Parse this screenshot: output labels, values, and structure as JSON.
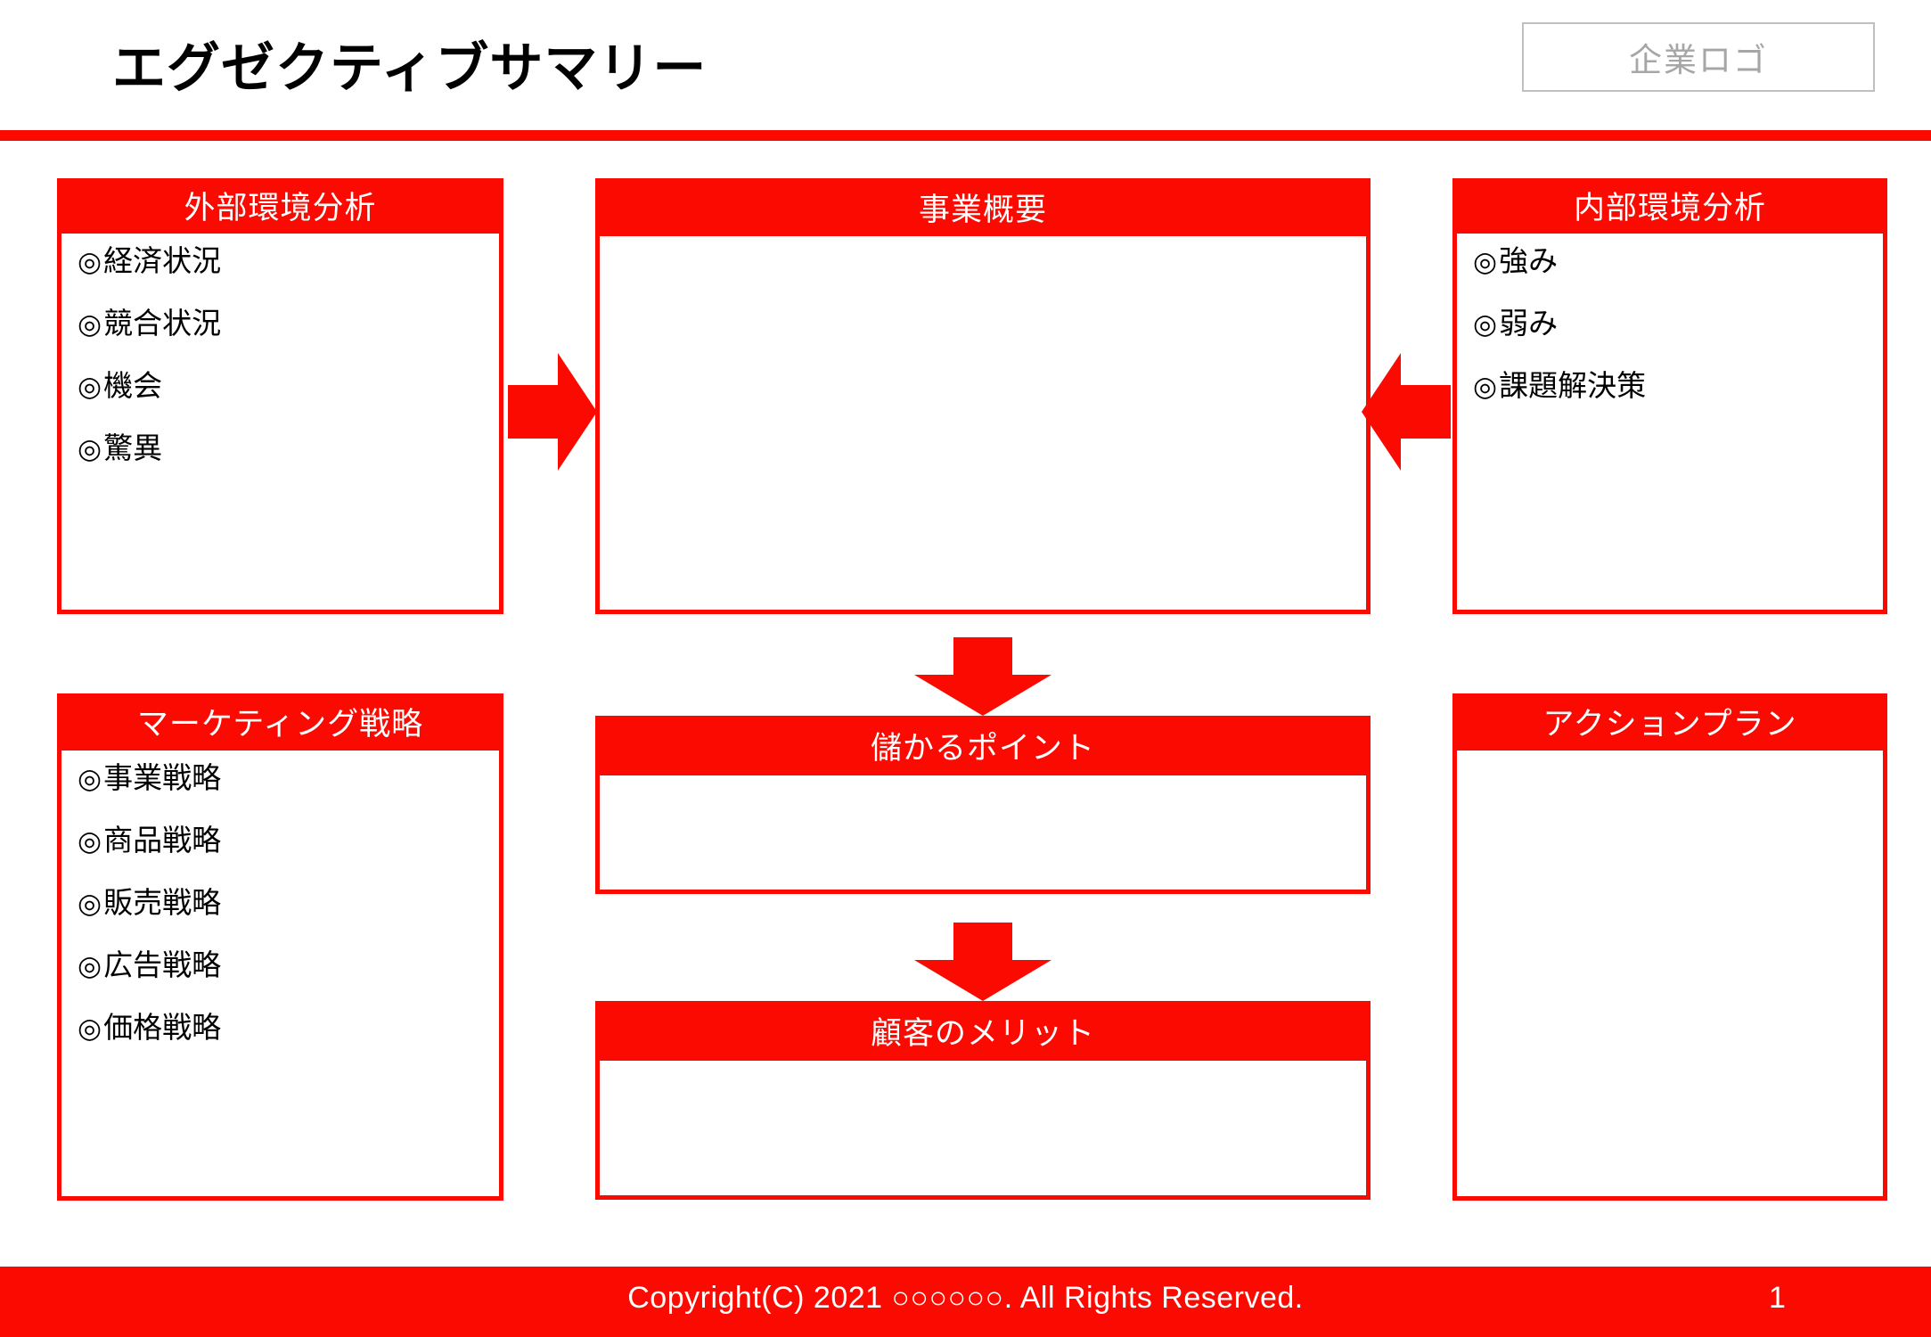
{
  "header": {
    "title": "エグゼクティブサマリー",
    "logo_placeholder": "企業ロゴ"
  },
  "colors": {
    "accent_red": "#fa0a00",
    "logo_border": "#bfbfbf",
    "logo_text": "#a6a6a6",
    "panel_body": "#ffffff",
    "head_text": "#ffffff",
    "body_text": "#000000"
  },
  "panels": {
    "external": {
      "title": "外部環境分析",
      "items": [
        {
          "mark": "◎",
          "label": "経済状況"
        },
        {
          "mark": "◎",
          "label": "競合状況"
        },
        {
          "mark": "◎",
          "label": "機会"
        },
        {
          "mark": "◎",
          "label": "驚異"
        }
      ]
    },
    "business": {
      "title": "事業概要",
      "items": []
    },
    "internal": {
      "title": "内部環境分析",
      "items": [
        {
          "mark": "◎",
          "label": "強み"
        },
        {
          "mark": "◎",
          "label": "弱み"
        },
        {
          "mark": "◎",
          "label": "課題解決策"
        }
      ]
    },
    "marketing": {
      "title": "マーケティング戦略",
      "items": [
        {
          "mark": "◎",
          "label": "事業戦略"
        },
        {
          "mark": "◎",
          "label": "商品戦略"
        },
        {
          "mark": "◎",
          "label": "販売戦略"
        },
        {
          "mark": "◎",
          "label": "広告戦略"
        },
        {
          "mark": "◎",
          "label": "価格戦略"
        }
      ]
    },
    "profit": {
      "title": "儲かるポイント",
      "items": []
    },
    "benefit": {
      "title": "顧客のメリット",
      "items": []
    },
    "action": {
      "title": "アクションプラン",
      "items": []
    }
  },
  "arrows": [
    {
      "name": "arrow-right",
      "direction": "right"
    },
    {
      "name": "arrow-left",
      "direction": "left"
    },
    {
      "name": "arrow-down-1",
      "direction": "down"
    },
    {
      "name": "arrow-down-2",
      "direction": "down"
    }
  ],
  "footer": {
    "copyright": "Copyright(C) 2021 ○○○○○○. All Rights Reserved.",
    "page_number": "1"
  }
}
